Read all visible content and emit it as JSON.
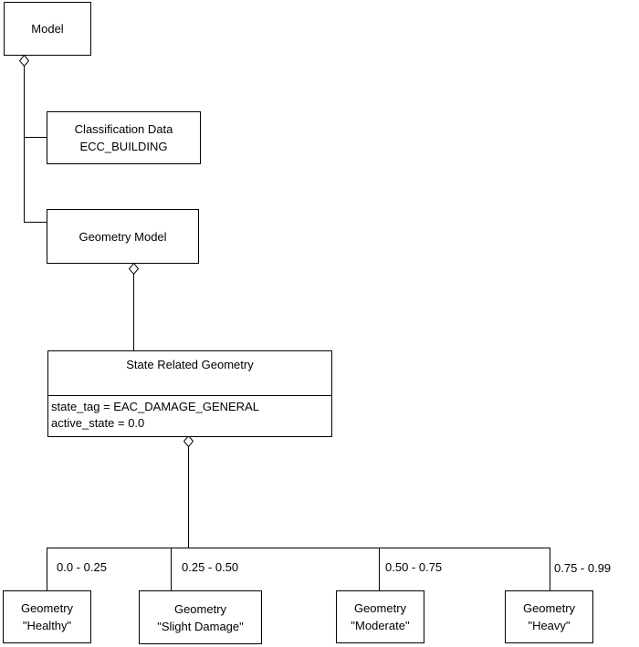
{
  "diagram": {
    "background_color": "#ffffff",
    "line_color": "#000000",
    "nodes": {
      "model": {
        "title": "Model"
      },
      "classification_data": {
        "line1": "Classification Data",
        "line2": "ECC_BUILDING"
      },
      "geometry_model": {
        "title": "Geometry Model"
      },
      "state_related_geometry": {
        "title": "State Related Geometry",
        "attributes": [
          "state_tag = EAC_DAMAGE_GENERAL",
          "active_state = 0.0"
        ]
      },
      "geometry_healthy": {
        "line1": "Geometry",
        "line2": "\"Healthy\""
      },
      "geometry_slight_damage": {
        "line1": "Geometry",
        "line2": "\"Slight Damage\""
      },
      "geometry_moderate": {
        "line1": "Geometry",
        "line2": "\"Moderate\""
      },
      "geometry_heavy": {
        "line1": "Geometry",
        "line2": "\"Heavy\""
      }
    },
    "edge_labels": {
      "healthy_range": "0.0 - 0.25",
      "slight_range": "0.25 - 0.50",
      "moderate_range": "0.50 - 0.75",
      "heavy_range": "0.75 - 0.99"
    }
  }
}
